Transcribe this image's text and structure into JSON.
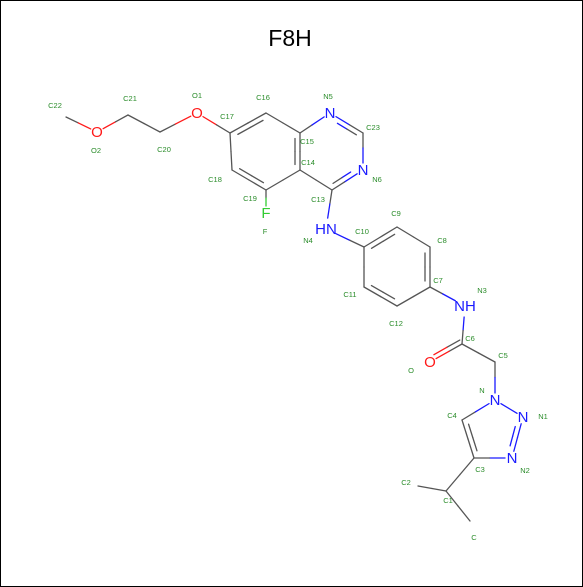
{
  "title": "F8H",
  "colors": {
    "bond": "#555555",
    "carbon_label": "#2a8c2a",
    "nitrogen": "#1a1aff",
    "oxygen": "#ff1a1a",
    "fluorine": "#33cc33",
    "border": "#000000"
  },
  "atoms": {
    "C22": {
      "symbol": "",
      "index": "C22"
    },
    "O2": {
      "symbol": "O",
      "index": "O2",
      "element": "O"
    },
    "C21": {
      "symbol": "",
      "index": "C21"
    },
    "C20": {
      "symbol": "",
      "index": "C20"
    },
    "O1": {
      "symbol": "O",
      "index": "O1",
      "element": "O"
    },
    "C17": {
      "symbol": "",
      "index": "C17"
    },
    "C16": {
      "symbol": "",
      "index": "C16"
    },
    "C15": {
      "symbol": "",
      "index": "C15"
    },
    "N5": {
      "symbol": "N",
      "index": "N5",
      "element": "N"
    },
    "C23": {
      "symbol": "",
      "index": "C23"
    },
    "N6": {
      "symbol": "N",
      "index": "N6",
      "element": "N"
    },
    "C13": {
      "symbol": "",
      "index": "C13"
    },
    "C14": {
      "symbol": "",
      "index": "C14"
    },
    "C19": {
      "symbol": "",
      "index": "C19"
    },
    "C18": {
      "symbol": "",
      "index": "C18"
    },
    "F": {
      "symbol": "F",
      "index": "F",
      "element": "F"
    },
    "N4": {
      "symbol": "HN",
      "index": "N4",
      "element": "N"
    },
    "C10": {
      "symbol": "",
      "index": "C10"
    },
    "C9": {
      "symbol": "",
      "index": "C9"
    },
    "C8": {
      "symbol": "",
      "index": "C8"
    },
    "C7": {
      "symbol": "",
      "index": "C7"
    },
    "C12": {
      "symbol": "",
      "index": "C12"
    },
    "C11": {
      "symbol": "",
      "index": "C11"
    },
    "N3": {
      "symbol": "NH",
      "index": "N3",
      "element": "N"
    },
    "C6": {
      "symbol": "",
      "index": "C6"
    },
    "O": {
      "symbol": "O",
      "index": "O",
      "element": "O"
    },
    "C5": {
      "symbol": "",
      "index": "C5"
    },
    "N": {
      "symbol": "N",
      "index": "N",
      "element": "N"
    },
    "N1": {
      "symbol": "N",
      "index": "N1",
      "element": "N"
    },
    "N2": {
      "symbol": "N",
      "index": "N2",
      "element": "N"
    },
    "C3": {
      "symbol": "",
      "index": "C3"
    },
    "C4": {
      "symbol": "",
      "index": "C4"
    },
    "C1": {
      "symbol": "",
      "index": "C1"
    },
    "C2": {
      "symbol": "",
      "index": "C2"
    },
    "C": {
      "symbol": "",
      "index": "C"
    }
  },
  "bonds": [
    {
      "a": "C22",
      "b": "O2",
      "order": 1
    },
    {
      "a": "O2",
      "b": "C21",
      "order": 1
    },
    {
      "a": "C21",
      "b": "C20",
      "order": 1
    },
    {
      "a": "C20",
      "b": "O1",
      "order": 1
    },
    {
      "a": "O1",
      "b": "C17",
      "order": 1
    },
    {
      "a": "C17",
      "b": "C16",
      "order": 2
    },
    {
      "a": "C16",
      "b": "C15",
      "order": 1
    },
    {
      "a": "C15",
      "b": "N5",
      "order": 1
    },
    {
      "a": "N5",
      "b": "C23",
      "order": 2
    },
    {
      "a": "C23",
      "b": "N6",
      "order": 1
    },
    {
      "a": "N6",
      "b": "C13",
      "order": 2
    },
    {
      "a": "C13",
      "b": "C14",
      "order": 1
    },
    {
      "a": "C14",
      "b": "C15",
      "order": 2
    },
    {
      "a": "C14",
      "b": "C19",
      "order": 1
    },
    {
      "a": "C19",
      "b": "C18",
      "order": 2
    },
    {
      "a": "C18",
      "b": "C17",
      "order": 1
    },
    {
      "a": "C19",
      "b": "F",
      "order": 1
    },
    {
      "a": "C13",
      "b": "N4",
      "order": 1
    },
    {
      "a": "N4",
      "b": "C10",
      "order": 1
    },
    {
      "a": "C10",
      "b": "C9",
      "order": 2
    },
    {
      "a": "C9",
      "b": "C8",
      "order": 1
    },
    {
      "a": "C8",
      "b": "C7",
      "order": 2
    },
    {
      "a": "C7",
      "b": "C12",
      "order": 1
    },
    {
      "a": "C12",
      "b": "C11",
      "order": 2
    },
    {
      "a": "C11",
      "b": "C10",
      "order": 1
    },
    {
      "a": "C7",
      "b": "N3",
      "order": 1
    },
    {
      "a": "N3",
      "b": "C6",
      "order": 1
    },
    {
      "a": "C6",
      "b": "O",
      "order": 2
    },
    {
      "a": "C6",
      "b": "C5",
      "order": 1
    },
    {
      "a": "C5",
      "b": "N",
      "order": 1
    },
    {
      "a": "N",
      "b": "N1",
      "order": 1
    },
    {
      "a": "N1",
      "b": "N2",
      "order": 2
    },
    {
      "a": "N2",
      "b": "C3",
      "order": 1
    },
    {
      "a": "C3",
      "b": "C4",
      "order": 2
    },
    {
      "a": "C4",
      "b": "N",
      "order": 1
    },
    {
      "a": "C3",
      "b": "C1",
      "order": 1
    },
    {
      "a": "C1",
      "b": "C2",
      "order": 1
    },
    {
      "a": "C1",
      "b": "C",
      "order": 1
    }
  ]
}
